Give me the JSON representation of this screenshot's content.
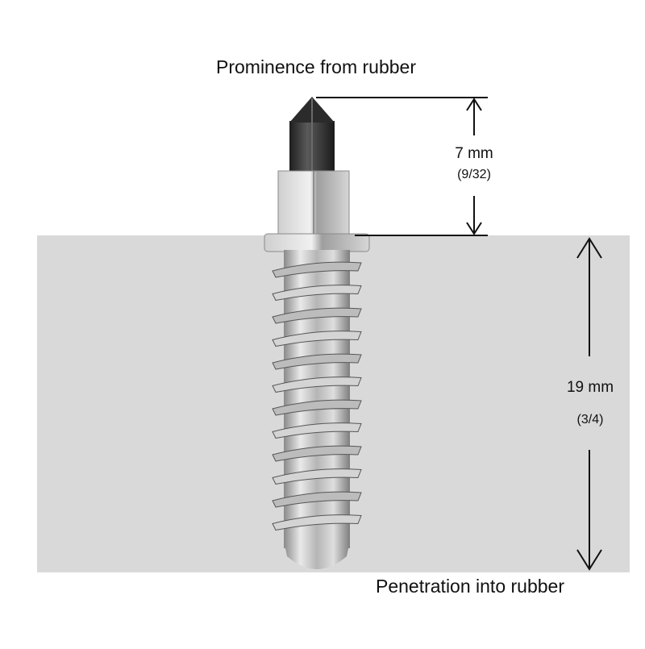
{
  "labels": {
    "top": "Prominence from rubber",
    "bottom": "Penetration into rubber"
  },
  "dimensions": {
    "prominence": {
      "value": "7 mm",
      "fraction": "(9/32)"
    },
    "penetration": {
      "value": "19 mm",
      "fraction": "(3/4)"
    }
  },
  "colors": {
    "rubber": "#d9d9d9",
    "steel": "#c2c2c2",
    "tip": "#2e2e2e",
    "line": "#111111"
  }
}
